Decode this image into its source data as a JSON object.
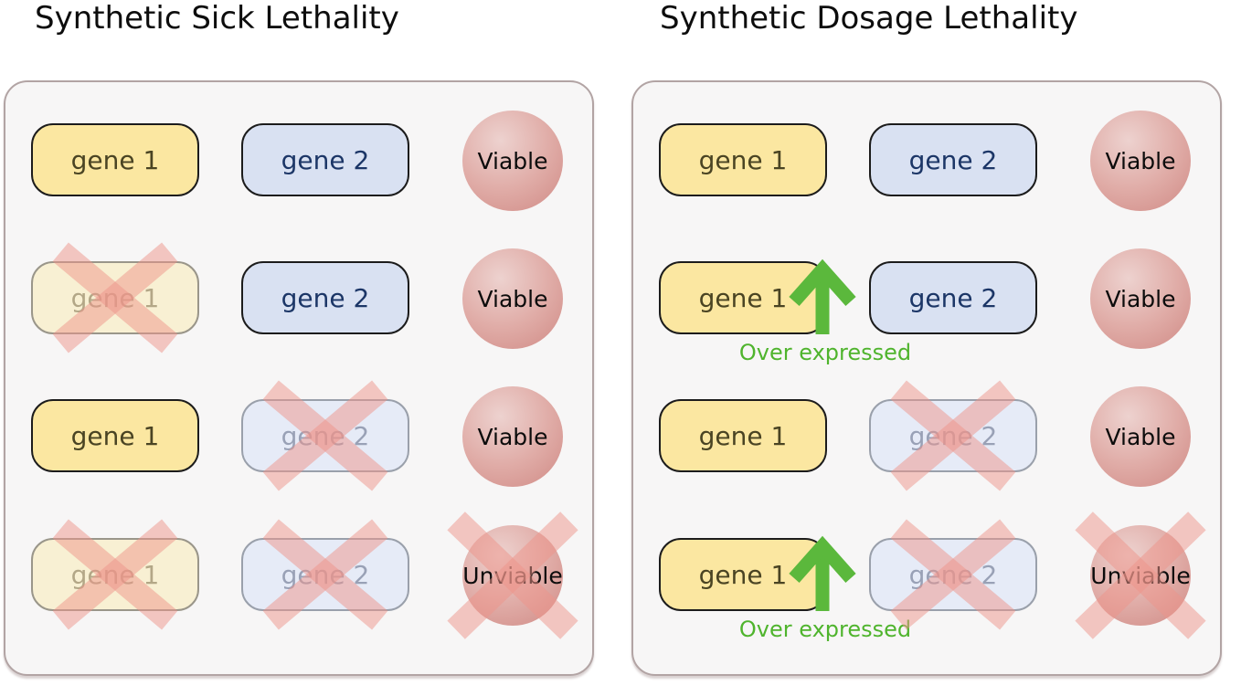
{
  "figure": {
    "panels": [
      {
        "title": "Synthetic Sick Lethality",
        "rows": [
          {
            "gene1": {
              "label": "gene 1",
              "state": "normal"
            },
            "gene2": {
              "label": "gene 2",
              "state": "normal"
            },
            "outcome": {
              "label": "Viable",
              "state": "viable"
            }
          },
          {
            "gene1": {
              "label": "gene 1",
              "state": "deleted"
            },
            "gene2": {
              "label": "gene 2",
              "state": "normal"
            },
            "outcome": {
              "label": "Viable",
              "state": "viable"
            }
          },
          {
            "gene1": {
              "label": "gene 1",
              "state": "normal"
            },
            "gene2": {
              "label": "gene 2",
              "state": "deleted"
            },
            "outcome": {
              "label": "Viable",
              "state": "viable"
            }
          },
          {
            "gene1": {
              "label": "gene 1",
              "state": "deleted"
            },
            "gene2": {
              "label": "gene 2",
              "state": "deleted"
            },
            "outcome": {
              "label": "Unviable",
              "state": "unviable"
            }
          }
        ]
      },
      {
        "title": "Synthetic Dosage Lethality",
        "rows": [
          {
            "gene1": {
              "label": "gene 1",
              "state": "normal"
            },
            "gene2": {
              "label": "gene 2",
              "state": "normal"
            },
            "outcome": {
              "label": "Viable",
              "state": "viable"
            }
          },
          {
            "gene1": {
              "label": "gene 1",
              "state": "overexpressed",
              "note": "Over expressed"
            },
            "gene2": {
              "label": "gene 2",
              "state": "normal"
            },
            "outcome": {
              "label": "Viable",
              "state": "viable"
            }
          },
          {
            "gene1": {
              "label": "gene 1",
              "state": "normal"
            },
            "gene2": {
              "label": "gene 2",
              "state": "deleted"
            },
            "outcome": {
              "label": "Viable",
              "state": "viable"
            }
          },
          {
            "gene1": {
              "label": "gene 1",
              "state": "overexpressed",
              "note": "Over expressed"
            },
            "gene2": {
              "label": "gene 2",
              "state": "deleted"
            },
            "outcome": {
              "label": "Unviable",
              "state": "unviable"
            }
          }
        ]
      }
    ],
    "colors": {
      "gene1_fill": "#FBE7A1",
      "gene1_faded_fill": "#F8F0D3",
      "gene2_fill": "#D9E1F2",
      "gene2_faded_fill": "#E6EBF7",
      "outcome_fill": "#E0ACA7",
      "cross": "#EE948A",
      "overexpression_green": "#4FB42D",
      "panel_fill": "#F7F6F6",
      "panel_border": "#B2A4A4"
    }
  }
}
